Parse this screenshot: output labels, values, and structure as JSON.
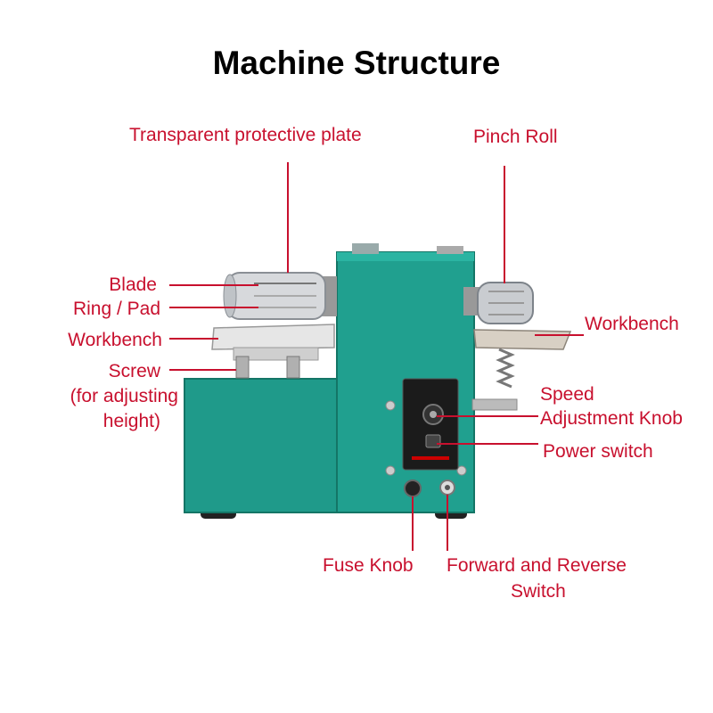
{
  "title": "Machine Structure",
  "colors": {
    "label": "#c8102e",
    "machine_body": "#1f9a8a",
    "leader": "#c8102e"
  },
  "labels": {
    "transparent_plate": "Transparent protective plate",
    "pinch_roll": "Pinch Roll",
    "blade": "Blade",
    "ring_pad": "Ring / Pad",
    "workbench_left": "Workbench",
    "workbench_right": "Workbench",
    "screw_line1": "Screw",
    "screw_line2": "(for adjusting",
    "screw_line3": "height)",
    "speed_line1": "Speed",
    "speed_line2": "Adjustment Knob",
    "power_switch": "Power switch",
    "fuse_knob": "Fuse Knob",
    "fr_switch_line1": "Forward and Reverse",
    "fr_switch_line2": "Switch"
  }
}
